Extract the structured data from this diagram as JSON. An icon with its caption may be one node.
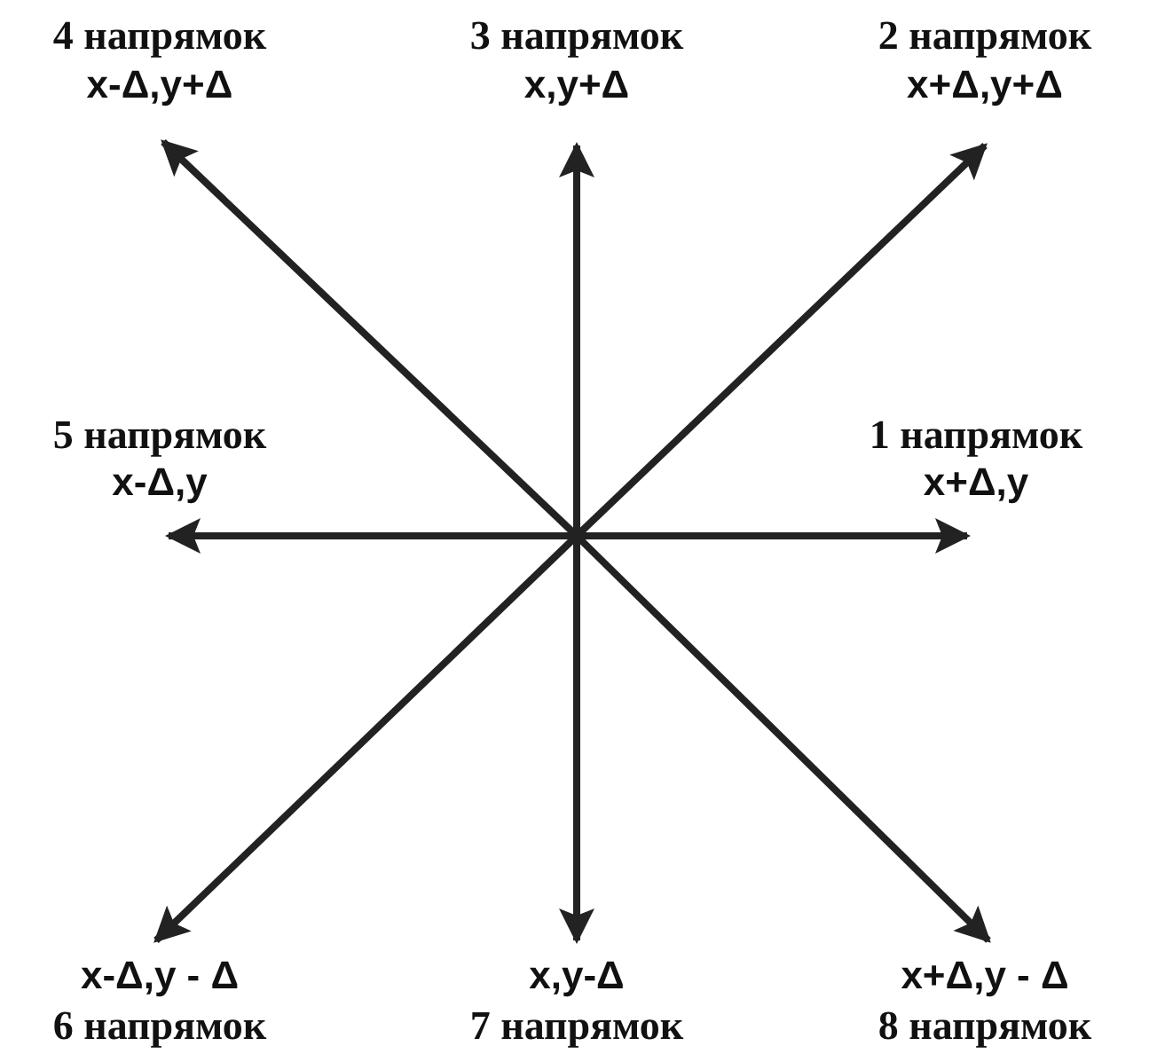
{
  "diagram": {
    "labels": [
      "4 напрямок",
      "x-Δ,y+Δ",
      "3 напрямок",
      "x,y+Δ",
      "2 напрямок",
      "x+Δ,y+Δ",
      "5 напрямок",
      "x-Δ,y",
      "1 напрямок",
      "x+Δ,y",
      "x-Δ,y - Δ",
      "6 напрямок",
      "x,y-Δ",
      "7 напрямок",
      "x+Δ,y - Δ",
      "8 напрямок"
    ]
  }
}
